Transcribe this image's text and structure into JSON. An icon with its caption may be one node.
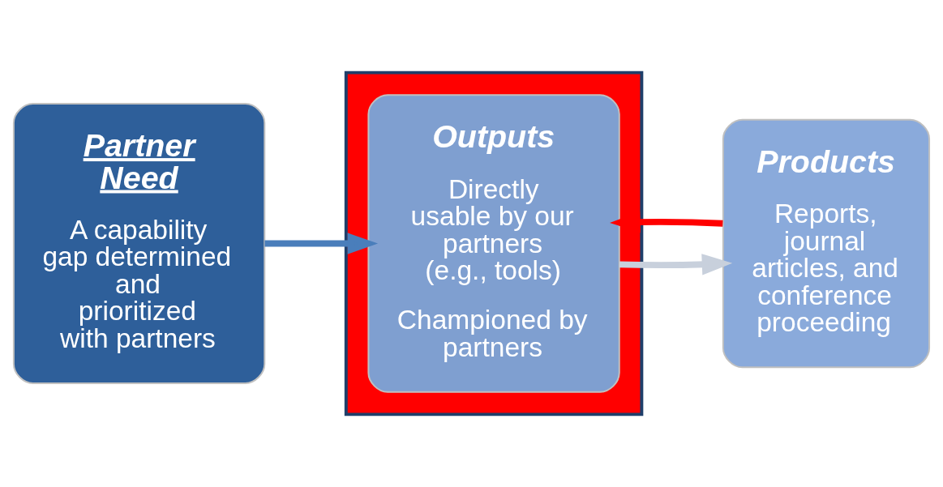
{
  "diagram": {
    "nodes": [
      {
        "text": [
          "Partner Need",
          "A capability gap determined and prioritized with partners"
        ]
      },
      {
        "text": [],
        "shape": "box"
      },
      {
        "text": [
          "Outputs",
          "Directly usable by our partners (e.g., tools)",
          "Championed by partners"
        ],
        "in": 1
      },
      {
        "text": [
          "Products",
          "Reports, journal articles, and conference proceeding"
        ]
      }
    ],
    "edges": [
      {
        "from": 0,
        "to": 2,
        "arrow": "to",
        "color": "#4a7ebb"
      },
      {
        "from": 2,
        "to": 3,
        "arrow": "to",
        "color": "#c8d0dc"
      },
      {
        "from": 3,
        "to": 2,
        "arrow": "to",
        "color": "#ff0000"
      }
    ]
  }
}
